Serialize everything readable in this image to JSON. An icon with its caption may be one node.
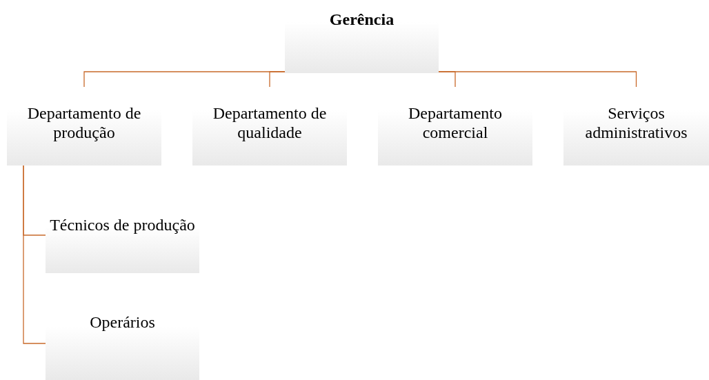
{
  "diagram": {
    "nodes": [
      {
        "text": [
          "Gerência"
        ]
      },
      {
        "text": [
          "Departamento de produção"
        ]
      },
      {
        "text": [
          "Departamento de qualidade"
        ]
      },
      {
        "text": [
          "Departamento comercial"
        ]
      },
      {
        "text": [
          "Serviços administrativos"
        ]
      },
      {
        "text": [
          "Técnicos de produção"
        ]
      },
      {
        "text": [
          "Operários"
        ]
      }
    ],
    "edges": [
      {
        "from": 0,
        "to": 1,
        "arrow": "none"
      },
      {
        "from": 0,
        "to": 2,
        "arrow": "none"
      },
      {
        "from": 0,
        "to": 3,
        "arrow": "none"
      },
      {
        "from": 0,
        "to": 4,
        "arrow": "none"
      },
      {
        "from": 1,
        "to": 5,
        "arrow": "none"
      },
      {
        "from": 1,
        "to": 6,
        "arrow": "none"
      }
    ]
  }
}
